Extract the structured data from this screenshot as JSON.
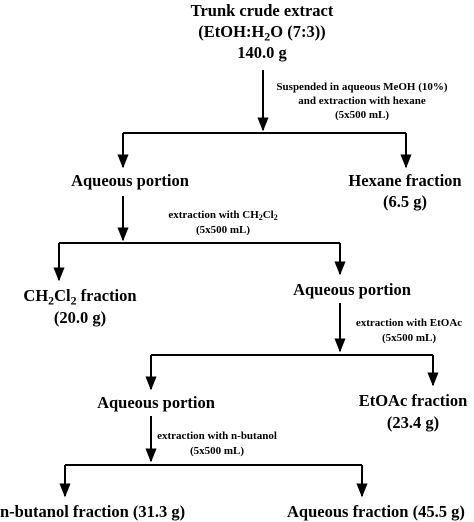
{
  "start": {
    "line1": "Trunk crude extract",
    "line2_a": "(EtOH:H",
    "line2_sub": "2",
    "line2_b": "O (7:3))",
    "line3": "140.0 g"
  },
  "steps": [
    {
      "line1": "Suspended in aqueous MeOH (10%)",
      "line2": "and extraction with hexane",
      "line3": "(5x500 mL)"
    },
    {
      "line1_a": "extraction with CH",
      "line1_sub1": "2",
      "line1_b": "Cl",
      "line1_sub2": "2",
      "line2": "(5x500 mL)"
    },
    {
      "line1": "extraction with EtOAc",
      "line2": "(5x500 mL)"
    },
    {
      "line1": "extraction with n-butanol",
      "line2": "(5x500 mL)"
    }
  ],
  "nodes": {
    "aqueous_1": "Aqueous portion",
    "hexane_name": "Hexane fraction",
    "hexane_mass": "(6.5 g)",
    "ch2cl2_a": "CH",
    "ch2cl2_sub1": "2",
    "ch2cl2_b": "Cl",
    "ch2cl2_sub2": "2",
    "ch2cl2_c": " fraction",
    "ch2cl2_mass": "(20.0 g)",
    "aqueous_2": "Aqueous portion",
    "aqueous_3": "Aqueous portion",
    "etoac_name": "EtOAc fraction",
    "etoac_mass": "(23.4 g)",
    "butanol": "n-butanol fraction (31.3 g)",
    "aqueous_final": "Aqueous fraction (45.5 g)"
  }
}
